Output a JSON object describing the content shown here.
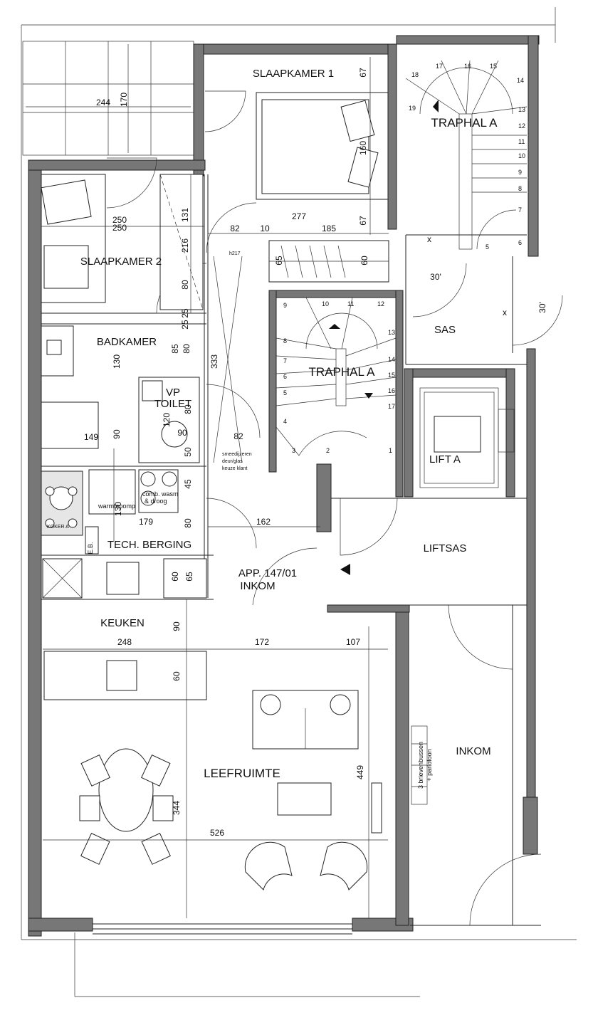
{
  "rooms": {
    "slaapkamer1": "SLAAPKAMER 1",
    "slaapkamer2": "SLAAPKAMER 2",
    "badkamer": "BADKAMER",
    "traphal_top": "TRAPHAL A",
    "traphal_mid": "TRAPHAL A",
    "sas": "SAS",
    "lift": "LIFT A",
    "liftsas": "LIFTSAS",
    "vp": "VP",
    "toilet": "TOILET",
    "tech_berging": "TECH. BERGING",
    "app_line1": "APP. 147/01",
    "app_line2": "INKOM",
    "keuken": "KEUKEN",
    "leefruimte": "LEEFRUIMTE",
    "inkom": "INKOM"
  },
  "dimensions": {
    "d244": "244",
    "d170": "170",
    "d250a": "250",
    "d250b": "250",
    "d216": "216",
    "d131": "131",
    "d80a": "80",
    "d25a": "25",
    "d25b": "25",
    "d85": "85",
    "d80b": "80",
    "d130": "130",
    "d149": "149",
    "d90a": "90",
    "d333": "333",
    "d82a": "82",
    "d10": "10",
    "d185": "185",
    "d277": "277",
    "d67a": "67",
    "d67b": "67",
    "d160": "160",
    "d65a": "65",
    "d60a": "60",
    "d82b": "82",
    "d162": "162",
    "d179": "179",
    "d80c": "80",
    "d120": "120",
    "d90b": "90",
    "d50": "50",
    "d45": "45",
    "d80d": "80",
    "d130b": "130",
    "d60b": "60",
    "d65b": "65",
    "d90c": "90",
    "d248": "248",
    "d172": "172",
    "d107": "107",
    "d60c": "60",
    "d344": "344",
    "d449": "449",
    "d526": "526",
    "d30a": "30'",
    "d30b": "30'"
  },
  "notes": {
    "h217": "h217",
    "smeed1": "smeedijzeren",
    "smeed2": "deur/glas",
    "smeed3": "keuze klant",
    "warmtepomp": "warmtepomp",
    "comb1": "comb. wasm",
    "comb2": "& droog",
    "koker": "KOKER A",
    "eb": "E.B.",
    "brief1": "3 brievenbussen",
    "brief2": "+ parlofoon",
    "x1": "x",
    "x2": "x"
  },
  "stairs_top": [
    "18",
    "17",
    "16",
    "15",
    "14",
    "19",
    "13",
    "12",
    "11",
    "10",
    "9",
    "8",
    "7",
    "6",
    "5"
  ],
  "stairs_mid": [
    "9",
    "10",
    "11",
    "12",
    "8",
    "13",
    "7",
    "14",
    "6",
    "15",
    "5",
    "16",
    "4",
    "17",
    "3",
    "2",
    "1"
  ],
  "colors": {
    "wall": "#777777",
    "line": "#222222",
    "paper": "#ffffff"
  }
}
